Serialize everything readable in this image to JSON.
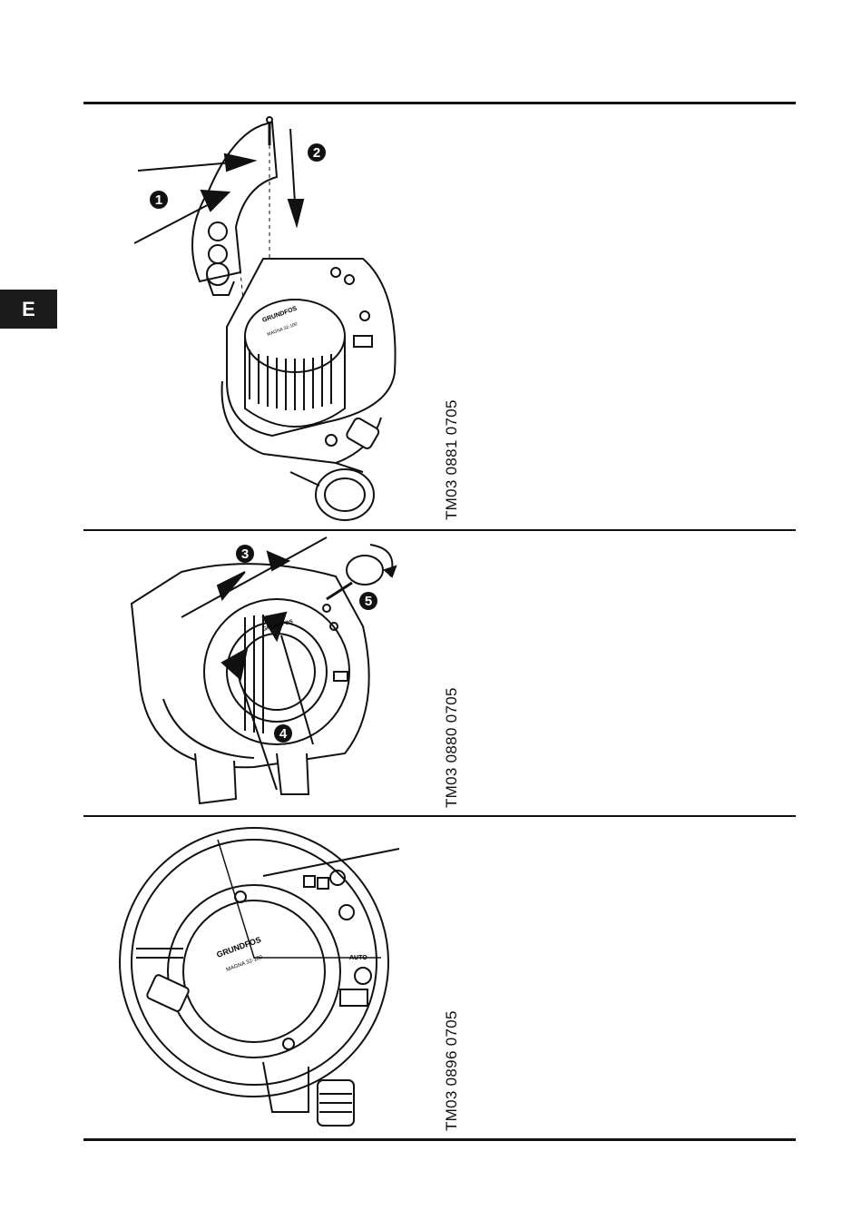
{
  "language_tab": "E",
  "figures": [
    {
      "code": "TM03 0881 0705",
      "callouts": [
        "1",
        "2"
      ]
    },
    {
      "code": "TM03 0880 0705",
      "callouts": [
        "3",
        "4",
        "5"
      ]
    },
    {
      "code": "TM03 0896 0705",
      "callouts": []
    }
  ],
  "pump_brand": "GRUNDFOS",
  "pump_model": "MAGNA 32-100",
  "panel_label": "AUTO"
}
